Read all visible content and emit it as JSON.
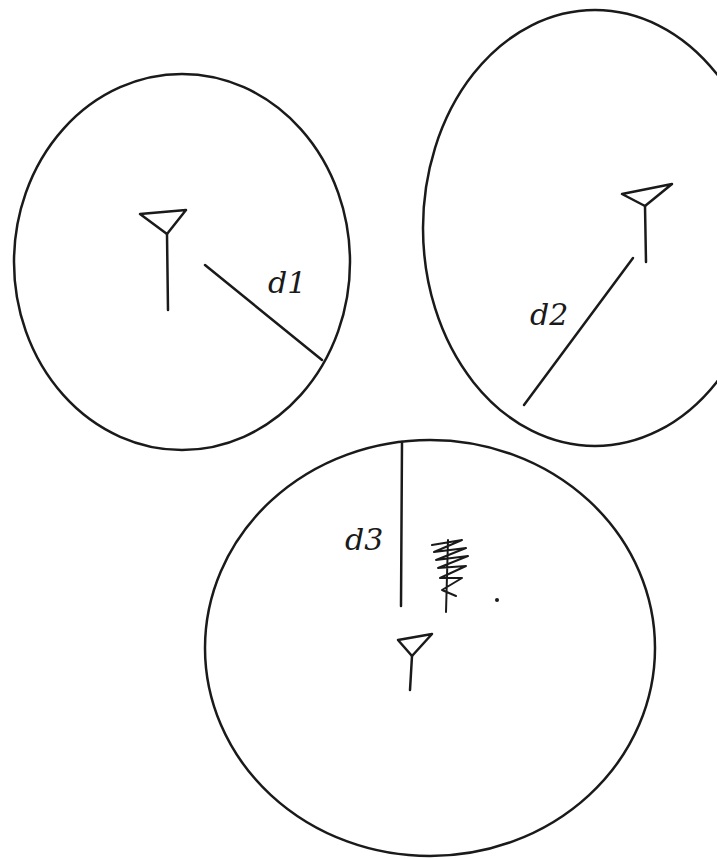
{
  "diagram": {
    "labels": [
      "d1",
      "d2",
      "d3"
    ]
  }
}
